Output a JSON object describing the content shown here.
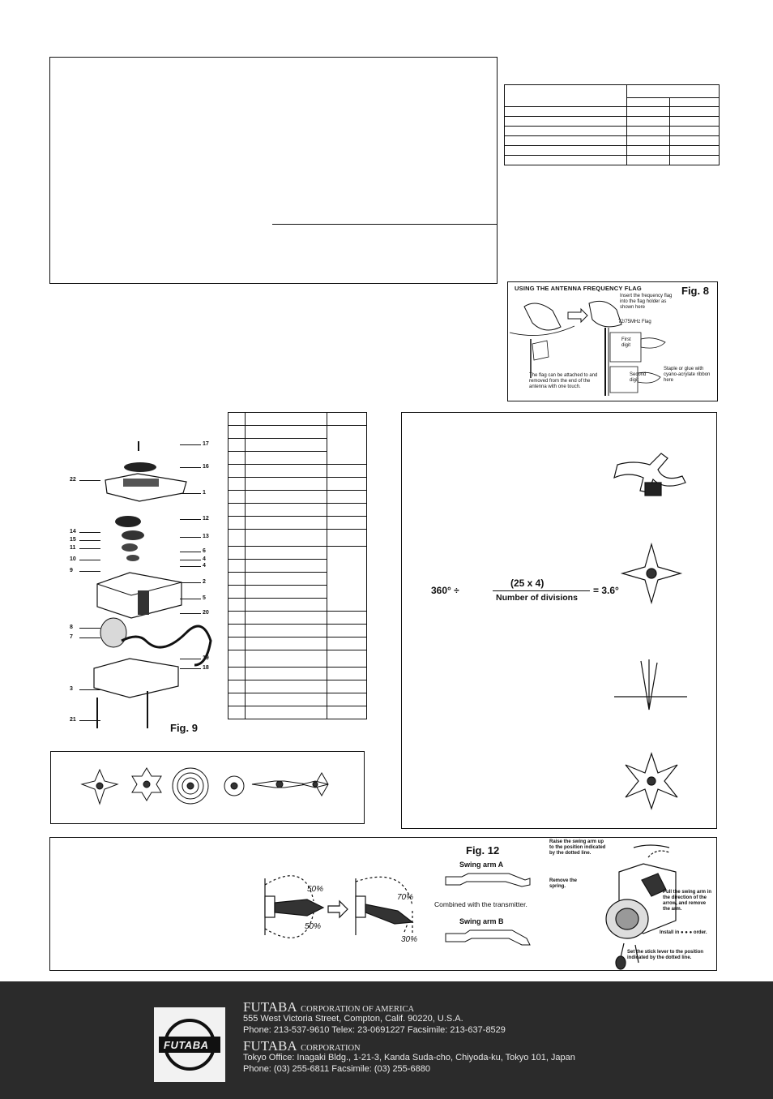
{
  "fig8": {
    "heading": "USING THE ANTENNA FREQUENCY FLAG",
    "label": "Fig. 8",
    "insert_note": "Insert the frequency flag into the flag holder as shown here",
    "flag_label": "72/75MHz Flag",
    "first_digit": "First digit",
    "second_digit": "Second digit",
    "staple_note": "Staple or glue with cyano-acrylate ribbon here",
    "attach_note": "The flag can be attached to and removed from the end of the antenna with one touch."
  },
  "fig9": {
    "label": "Fig. 9",
    "part_numbers": [
      "17",
      "16",
      "22",
      "1",
      "12",
      "14",
      "15",
      "11",
      "13",
      "6",
      "4",
      "10",
      "4",
      "9",
      "2",
      "5",
      "20",
      "8",
      "7",
      "19",
      "18",
      "3",
      "21"
    ]
  },
  "formula": {
    "lhs": "360° ÷",
    "numerator": "(25 x 4)",
    "denominator": "Number of divisions",
    "rhs": "= 3.6°"
  },
  "fig12": {
    "label": "Fig. 12",
    "swing_arm_a": "Swing arm A",
    "combined": "Combined with the transmitter.",
    "swing_arm_b": "Swing arm B",
    "raise_note": "Raise the swing arm up to the position indicated by the dotted line.",
    "remove_spring": "Remove the spring.",
    "pull_note": "Pull the swing arm in the direction of the arrow, and remove the arm.",
    "install_note": "Install in",
    "install_order": "order.",
    "set_note": "Set the stick lever to the position indicated by the dotted line."
  },
  "stick": {
    "left_top": "50%",
    "left_bottom": "50%",
    "right_top": "70%",
    "right_bottom": "30%"
  },
  "footer": {
    "logo_text": "FUTABA",
    "company1_name": "FUTABA",
    "company1_suffix": "CORPORATION OF AMERICA",
    "company1_address": "555 West Victoria Street, Compton, Calif. 90220, U.S.A.",
    "company1_phone": "Phone: 213-537-9610   Telex: 23-0691227   Facsimile: 213-637-8529",
    "company2_name": "FUTABA",
    "company2_suffix": "CORPORATION",
    "company2_address": "Tokyo Office: Inagaki Bldg., 1-21-3, Kanda Suda-cho, Chiyoda-ku, Tokyo 101, Japan",
    "company2_phone": "Phone: (03) 255-6811   Facsimile: (03) 255-6880"
  }
}
